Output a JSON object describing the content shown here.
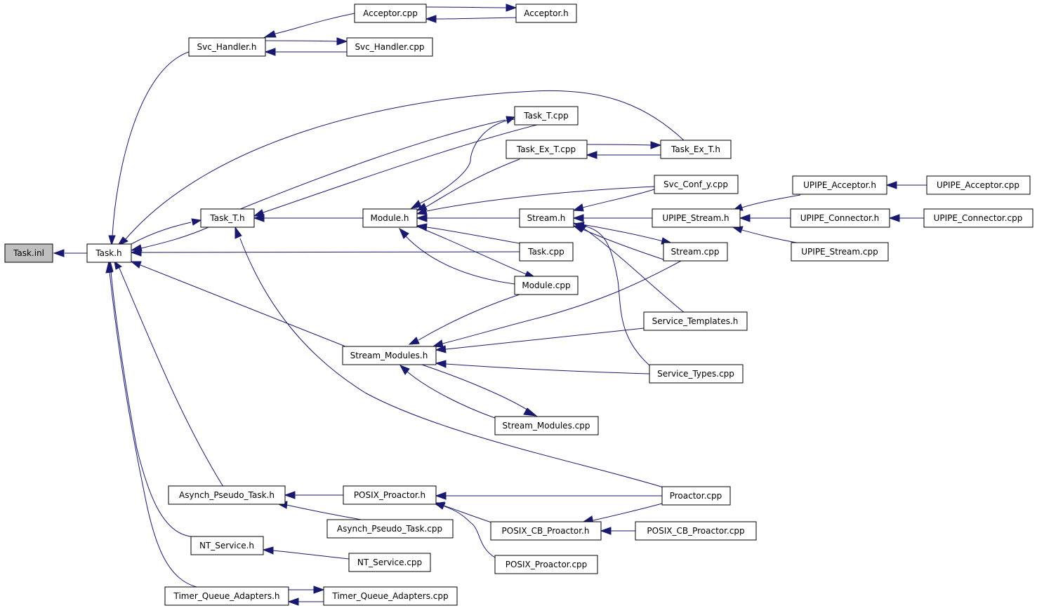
{
  "graph": {
    "nodes": {
      "task_inl": "Task.inl",
      "task_h": "Task.h",
      "svc_handler_h": "Svc_Handler.h",
      "acceptor_cpp": "Acceptor.cpp",
      "acceptor_h": "Acceptor.h",
      "svc_handler_cpp": "Svc_Handler.cpp",
      "task_t_h": "Task_T.h",
      "task_t_cpp": "Task_T.cpp",
      "task_ex_t_cpp": "Task_Ex_T.cpp",
      "task_ex_t_h": "Task_Ex_T.h",
      "module_h": "Module.h",
      "svc_conf_y_cpp": "Svc_Conf_y.cpp",
      "stream_h": "Stream.h",
      "upipe_stream_h": "UPIPE_Stream.h",
      "upipe_acceptor_h": "UPIPE_Acceptor.h",
      "upipe_acceptor_cpp": "UPIPE_Acceptor.cpp",
      "upipe_connector_h": "UPIPE_Connector.h",
      "upipe_connector_cpp": "UPIPE_Connector.cpp",
      "upipe_stream_cpp": "UPIPE_Stream.cpp",
      "task_cpp": "Task.cpp",
      "stream_cpp": "Stream.cpp",
      "module_cpp": "Module.cpp",
      "service_templates_h": "Service_Templates.h",
      "stream_modules_h": "Stream_Modules.h",
      "service_types_cpp": "Service_Types.cpp",
      "stream_modules_cpp": "Stream_Modules.cpp",
      "asynch_pseudo_task_h": "Asynch_Pseudo_Task.h",
      "posix_proactor_h": "POSIX_Proactor.h",
      "proactor_cpp": "Proactor.cpp",
      "asynch_pseudo_task_cpp": "Asynch_Pseudo_Task.cpp",
      "posix_cb_proactor_h": "POSIX_CB_Proactor.h",
      "posix_cb_proactor_cpp": "POSIX_CB_Proactor.cpp",
      "nt_service_h": "NT_Service.h",
      "nt_service_cpp": "NT_Service.cpp",
      "posix_proactor_cpp": "POSIX_Proactor.cpp",
      "timer_queue_adapters_h": "Timer_Queue_Adapters.h",
      "timer_queue_adapters_cpp": "Timer_Queue_Adapters.cpp"
    },
    "edges": [
      {
        "from": "Task.h",
        "to": "Task.inl"
      },
      {
        "from": "Svc_Handler.h",
        "to": "Task.h"
      },
      {
        "from": "Acceptor.cpp",
        "to": "Svc_Handler.h"
      },
      {
        "from": "Acceptor.cpp",
        "to": "Acceptor.h"
      },
      {
        "from": "Acceptor.h",
        "to": "Acceptor.cpp"
      },
      {
        "from": "Svc_Handler.h",
        "to": "Svc_Handler.cpp"
      },
      {
        "from": "Svc_Handler.cpp",
        "to": "Svc_Handler.h"
      },
      {
        "from": "Task_T.h",
        "to": "Task.h"
      },
      {
        "from": "Task.h",
        "to": "Task_T.h"
      },
      {
        "from": "Task_Ex_T.h",
        "to": "Task.h"
      },
      {
        "from": "Task_Ex_T.cpp",
        "to": "Task_Ex_T.h"
      },
      {
        "from": "Task_Ex_T.h",
        "to": "Task_Ex_T.cpp"
      },
      {
        "from": "Task_T.h",
        "to": "Task_T.cpp"
      },
      {
        "from": "Task_T.cpp",
        "to": "Task_T.h"
      },
      {
        "from": "Module.h",
        "to": "Task_T.h"
      },
      {
        "from": "Task_T.cpp",
        "to": "Module.h"
      },
      {
        "from": "Task_Ex_T.cpp",
        "to": "Module.h"
      },
      {
        "from": "Svc_Conf_y.cpp",
        "to": "Module.h"
      },
      {
        "from": "Stream.h",
        "to": "Module.h"
      },
      {
        "from": "Task.cpp",
        "to": "Module.h"
      },
      {
        "from": "Module.cpp",
        "to": "Module.h"
      },
      {
        "from": "Module.h",
        "to": "Module.cpp"
      },
      {
        "from": "Svc_Conf_y.cpp",
        "to": "Stream.h"
      },
      {
        "from": "UPIPE_Stream.h",
        "to": "Stream.h"
      },
      {
        "from": "Stream.cpp",
        "to": "Stream.h"
      },
      {
        "from": "Stream.h",
        "to": "Stream.cpp"
      },
      {
        "from": "Service_Templates.h",
        "to": "Stream.h"
      },
      {
        "from": "Service_Types.cpp",
        "to": "Stream.h"
      },
      {
        "from": "UPIPE_Acceptor.h",
        "to": "UPIPE_Stream.h"
      },
      {
        "from": "UPIPE_Connector.h",
        "to": "UPIPE_Stream.h"
      },
      {
        "from": "UPIPE_Stream.cpp",
        "to": "UPIPE_Stream.h"
      },
      {
        "from": "UPIPE_Acceptor.cpp",
        "to": "UPIPE_Acceptor.h"
      },
      {
        "from": "UPIPE_Connector.cpp",
        "to": "UPIPE_Connector.h"
      },
      {
        "from": "Task.cpp",
        "to": "Task.h"
      },
      {
        "from": "Stream_Modules.h",
        "to": "Task.h"
      },
      {
        "from": "Module.cpp",
        "to": "Stream_Modules.h"
      },
      {
        "from": "Stream.cpp",
        "to": "Stream_Modules.h"
      },
      {
        "from": "Service_Templates.h",
        "to": "Stream_Modules.h"
      },
      {
        "from": "Service_Types.cpp",
        "to": "Stream_Modules.h"
      },
      {
        "from": "Stream_Modules.cpp",
        "to": "Stream_Modules.h"
      },
      {
        "from": "Stream_Modules.h",
        "to": "Stream_Modules.cpp"
      },
      {
        "from": "Proactor.cpp",
        "to": "Task_T.h"
      },
      {
        "from": "Asynch_Pseudo_Task.h",
        "to": "Task.h"
      },
      {
        "from": "NT_Service.h",
        "to": "Task.h"
      },
      {
        "from": "Timer_Queue_Adapters.h",
        "to": "Task.h"
      },
      {
        "from": "POSIX_Proactor.h",
        "to": "Asynch_Pseudo_Task.h"
      },
      {
        "from": "Asynch_Pseudo_Task.cpp",
        "to": "Asynch_Pseudo_Task.h"
      },
      {
        "from": "Proactor.cpp",
        "to": "POSIX_Proactor.h"
      },
      {
        "from": "POSIX_CB_Proactor.h",
        "to": "POSIX_Proactor.h"
      },
      {
        "from": "POSIX_Proactor.cpp",
        "to": "POSIX_Proactor.h"
      },
      {
        "from": "Proactor.cpp",
        "to": "POSIX_CB_Proactor.h"
      },
      {
        "from": "POSIX_CB_Proactor.cpp",
        "to": "POSIX_CB_Proactor.h"
      },
      {
        "from": "NT_Service.cpp",
        "to": "NT_Service.h"
      },
      {
        "from": "Timer_Queue_Adapters.h",
        "to": "Timer_Queue_Adapters.cpp"
      },
      {
        "from": "Timer_Queue_Adapters.cpp",
        "to": "Timer_Queue_Adapters.h"
      }
    ],
    "colors": {
      "edge": "#191970",
      "root_fill": "#bfbfbf",
      "node_fill": "#ffffff",
      "node_border": "#000000"
    }
  }
}
